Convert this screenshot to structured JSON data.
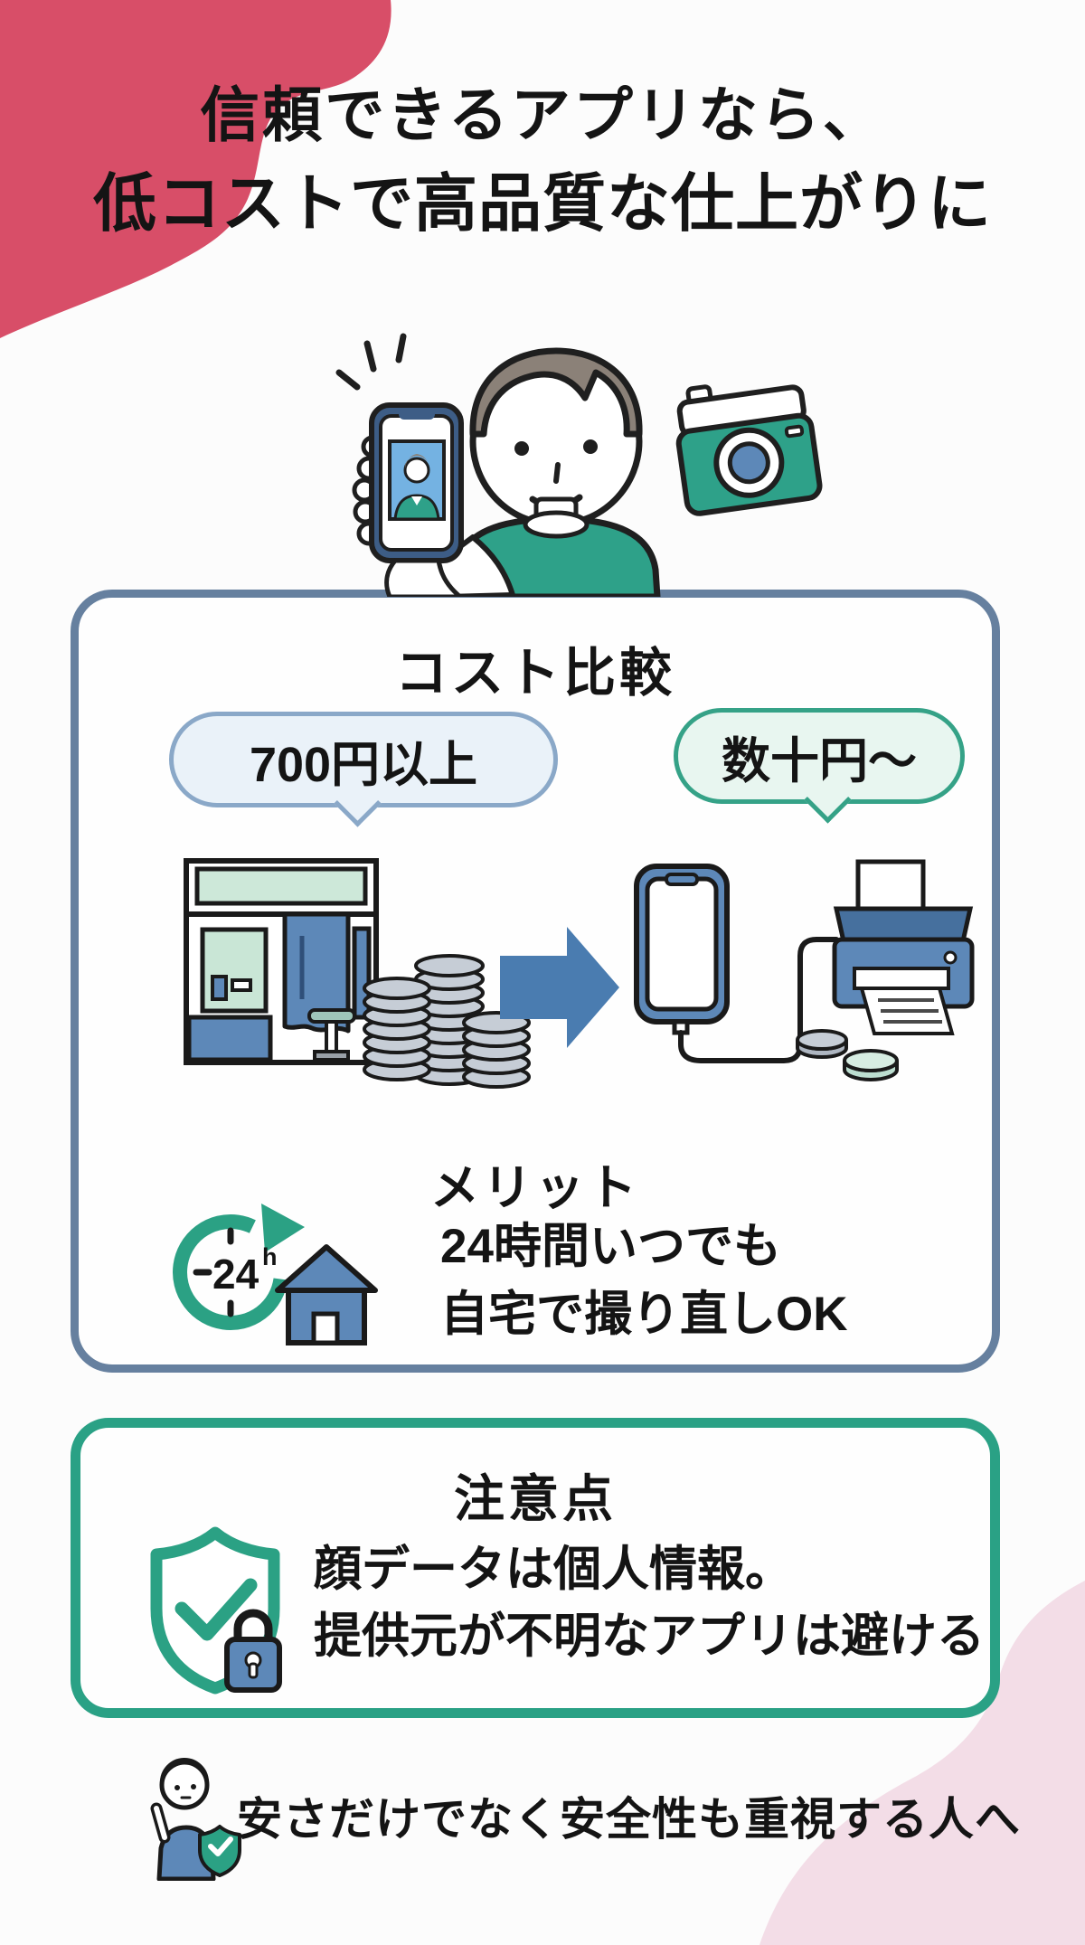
{
  "poster": {
    "title_line1": "信頼できるアプリなら、",
    "title_line2": "低コストで高品質な仕上がりに"
  },
  "cost_card": {
    "heading": "コスト比較",
    "booth_bubble": "700円以上",
    "app_bubble": "数十円〜",
    "merit_heading": "メリット",
    "clock_number": "24",
    "clock_unit": "h",
    "merit_line1": "24時間いつでも",
    "merit_line2": "自宅で撮り直しOK"
  },
  "caution_card": {
    "heading": "注意点",
    "line1": "顔データは個人情報。",
    "line2": "提供元が不明なアプリは避ける"
  },
  "footer": {
    "note": "安さだけでなく安全性も重視する人へ"
  },
  "icons": {
    "hero": [
      "person-illustration",
      "smartphone-id-photo-icon",
      "camera-icon",
      "sparkle-lines-icon"
    ],
    "cost_row": [
      "photo-booth-icon",
      "coin-stack-icon",
      "arrow-right-icon",
      "smartphone-icon",
      "printer-icon",
      "coin-icon"
    ],
    "merit": [
      "clock-24h-icon",
      "house-icon"
    ],
    "caution": [
      "shield-check-icon",
      "padlock-icon"
    ],
    "footer": [
      "person-pointing-icon",
      "shield-check-badge-icon"
    ]
  },
  "colors": {
    "blob_crimson": "#d84e68",
    "blob_pink": "#f3dde7",
    "cost_border_blue": "#66809f",
    "bubble_blue_fill": "#eaf2f9",
    "bubble_blue_border": "#8aa8c8",
    "bubble_green_fill": "#e8f6f0",
    "bubble_green_border": "#35a287",
    "teal_green": "#2ba184",
    "steel_blue": "#5d88b8",
    "navy": "#3d5d86",
    "ink": "#141414"
  }
}
